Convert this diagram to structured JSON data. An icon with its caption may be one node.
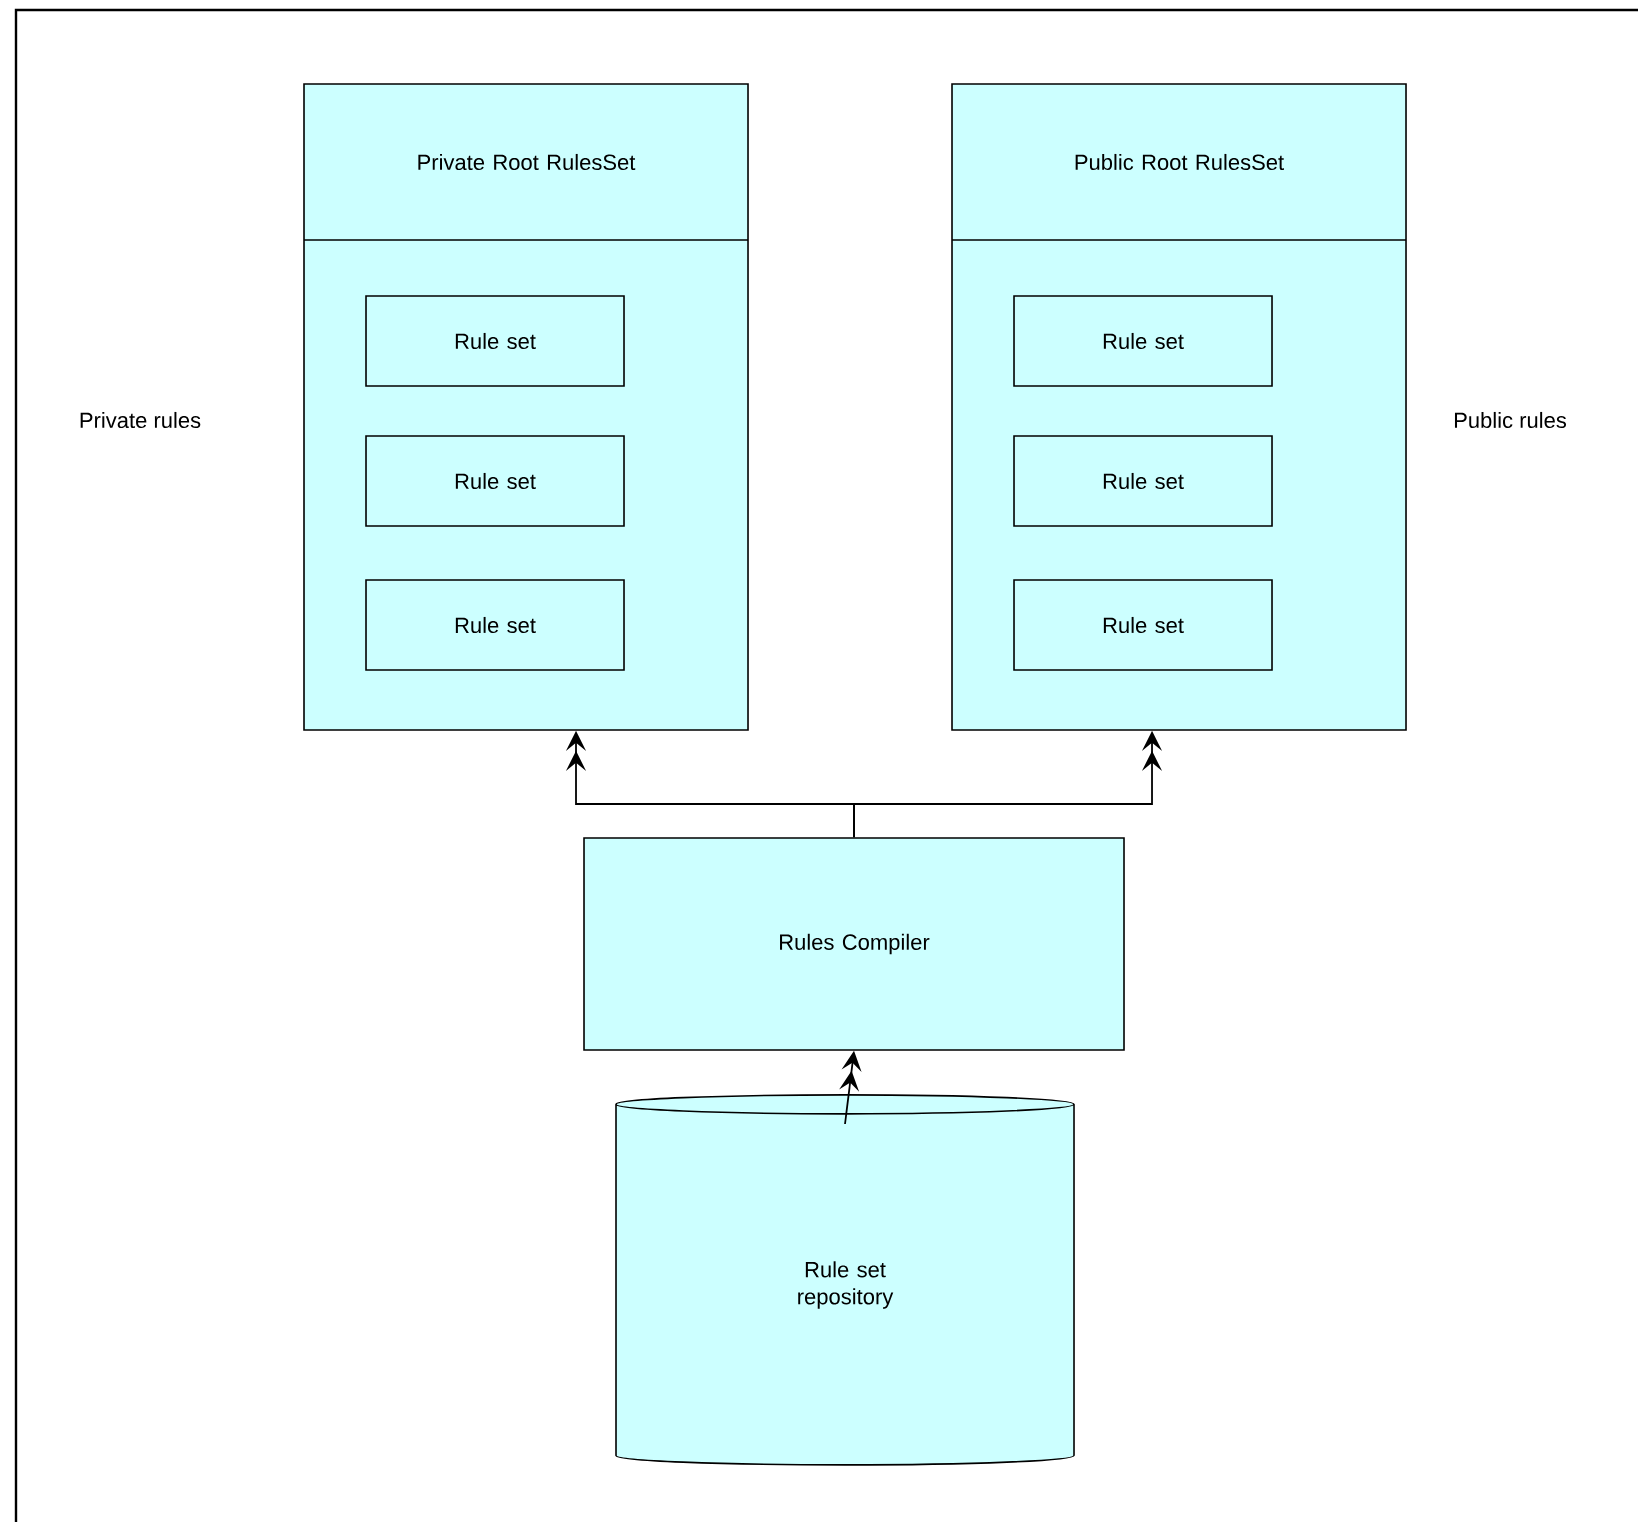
{
  "diagram": {
    "nodes": [
      {
        "text": [
          "Private Root RulesSet"
        ]
      },
      {
        "text": [
          "Rule set"
        ],
        "in": 0
      },
      {
        "text": [
          "Rule set"
        ],
        "in": 0
      },
      {
        "text": [
          "Rule set"
        ],
        "in": 0
      },
      {
        "text": [
          "Public Root RulesSet"
        ]
      },
      {
        "text": [
          "Rule set"
        ],
        "in": 4
      },
      {
        "text": [
          "Rule set"
        ],
        "in": 4
      },
      {
        "text": [
          "Rule set"
        ],
        "in": 4
      },
      {
        "text": [
          "Rules Compiler"
        ]
      },
      {
        "text": [
          "Rule set repository"
        ]
      }
    ],
    "edges": [
      {
        "from": 8,
        "to": 0,
        "arrow": "to"
      },
      {
        "from": 8,
        "to": 4,
        "arrow": "to"
      },
      {
        "from": 9,
        "to": 8,
        "arrow": "to"
      }
    ],
    "labels": [
      "Private rules",
      "Public rules"
    ]
  }
}
